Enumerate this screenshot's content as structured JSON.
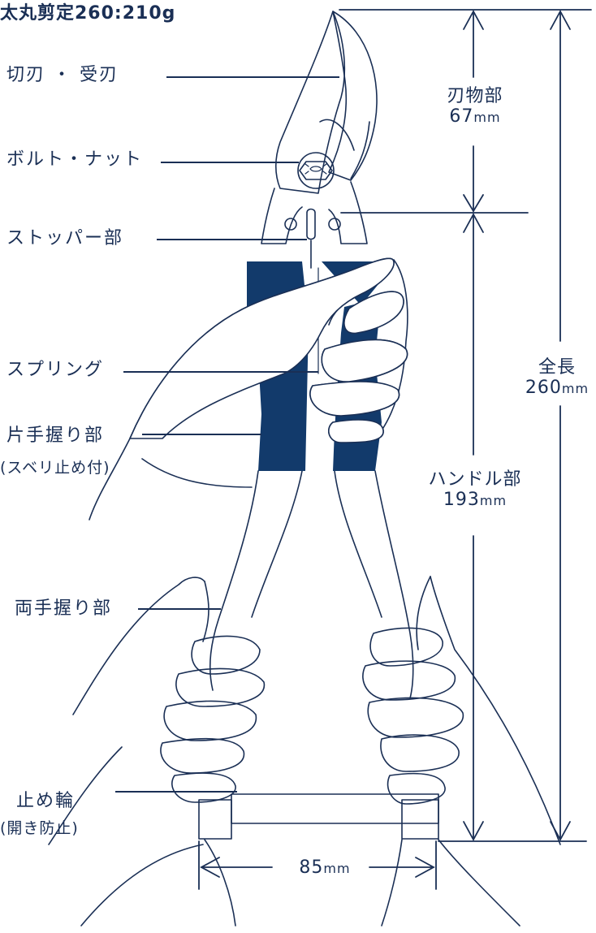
{
  "title": "太丸剪定260:210g",
  "labels": {
    "blade": "切刃 ・ 受刃",
    "bolt_nut": "ボルト・ナット",
    "stopper": "ストッパー部",
    "spring": "スプリング",
    "one_hand_grip": "片手握り部",
    "one_hand_grip_note": "(スベリ止め付)",
    "two_hand_grip": "両手握り部",
    "lock_ring": "止め輪",
    "lock_ring_note": "(開き防止)"
  },
  "measurements": {
    "blade_length": {
      "label": "刃物部",
      "value": "67",
      "unit": "mm"
    },
    "total_length": {
      "label": "全長",
      "value": "260",
      "unit": "mm"
    },
    "handle_length": {
      "label": "ハンドル部",
      "value": "193",
      "unit": "mm"
    },
    "grip_width": {
      "value": "85",
      "unit": "mm"
    }
  },
  "colors": {
    "ink": "#1a2f55",
    "grip": "#123a6b",
    "line": "#1a2f55",
    "background": "#ffffff"
  }
}
